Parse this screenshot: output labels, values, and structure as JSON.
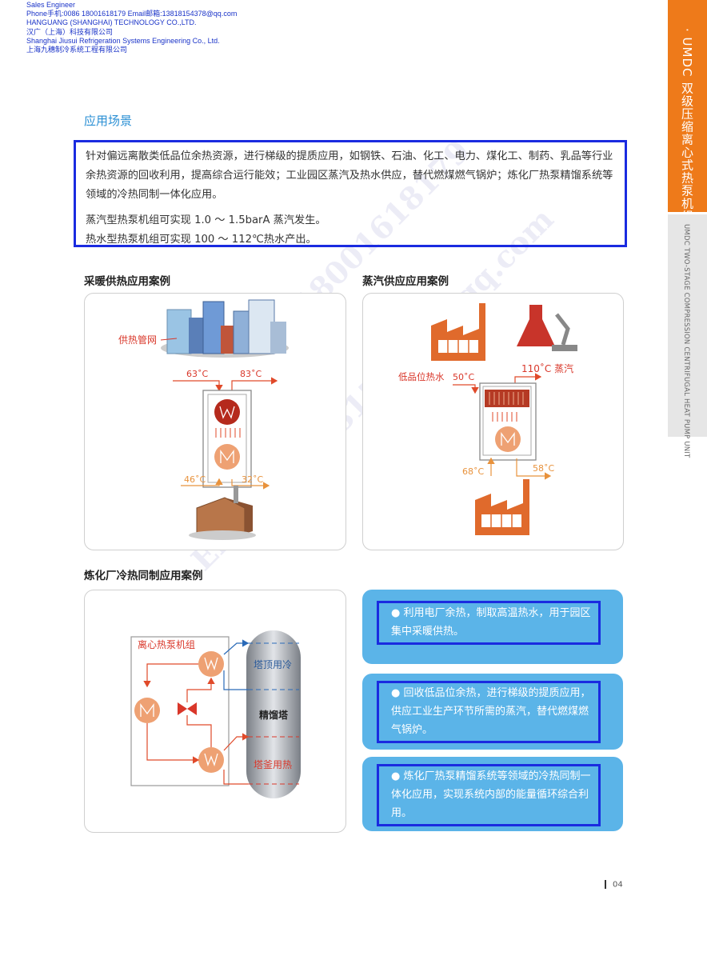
{
  "contact": {
    "line1": "Sales Engineer",
    "line2": "Phone手机:0086 18001618179    Email邮箱:13818154378@qq.com",
    "line3": "HANGUANG (SHANGHAI) TECHNOLOGY CO.,LTD.",
    "line4": "汉广（上海）科技有限公司",
    "line5": "Shanghai Jiusui Refrigeration Systems Engineering Co., Ltd.",
    "line6": "上海九穗制冷系统工程有限公司"
  },
  "side": {
    "title_cn": "· UMDC 双级压缩离心式热泵机组 ·",
    "title_en": "UMDC TWO-STAGE COMPRESSION CENTRIFUGAL HEAT PUMP UNIT",
    "orange": "#ee7a1a"
  },
  "section_title": "应用场景",
  "intro": {
    "p1": "针对偏远离散类低品位余热资源，进行梯级的提质应用，如钢铁、石油、化工、电力、煤化工、制药、乳品等行业余热资源的回收利用，提高综合运行能效；工业园区蒸汽及热水供应，替代燃煤燃气锅炉；炼化厂热泵精馏系统等领域的冷热同制一体化应用。",
    "p2": "蒸汽型热泵机组可实现 1.0 ～ 1.5barA 蒸汽发生。",
    "p3": "热水型热泵机组可实现 100 ～ 112℃热水产出。"
  },
  "case1": {
    "title": "采暖供热应用案例",
    "network": "供热管网",
    "t_in_top": "63˚C",
    "t_out_top": "83˚C",
    "t_in_bottom": "46˚C",
    "t_out_bottom": "32˚C"
  },
  "case2": {
    "title": "蒸汽供应应用案例",
    "low_water": "低品位热水",
    "t_water": "50˚C",
    "steam": "110˚C 蒸汽",
    "t_in_bottom": "68˚C",
    "t_out_bottom": "58˚C"
  },
  "case3": {
    "title": "炼化厂冷热同制应用案例",
    "unit": "离心热泵机组",
    "top_cooling": "塔顶用冷",
    "tower": "精馏塔",
    "bottom_heating": "塔釜用热"
  },
  "bullets": [
    "● 利用电厂余热，制取高温热水，用于园区集中采暖供热。",
    "● 回收低品位余热，进行梯级的提质应用，供应工业生产环节所需的蒸汽，替代燃煤燃气锅炉。",
    "● 炼化厂热泵精馏系统等领域的冷热同制一体化应用，实现系统内部的能量循环综合利用。"
  ],
  "watermark": {
    "line1": "Phone:0086 18001618179",
    "line2": "Email:13818154378@qq.com"
  },
  "page_number": "04"
}
